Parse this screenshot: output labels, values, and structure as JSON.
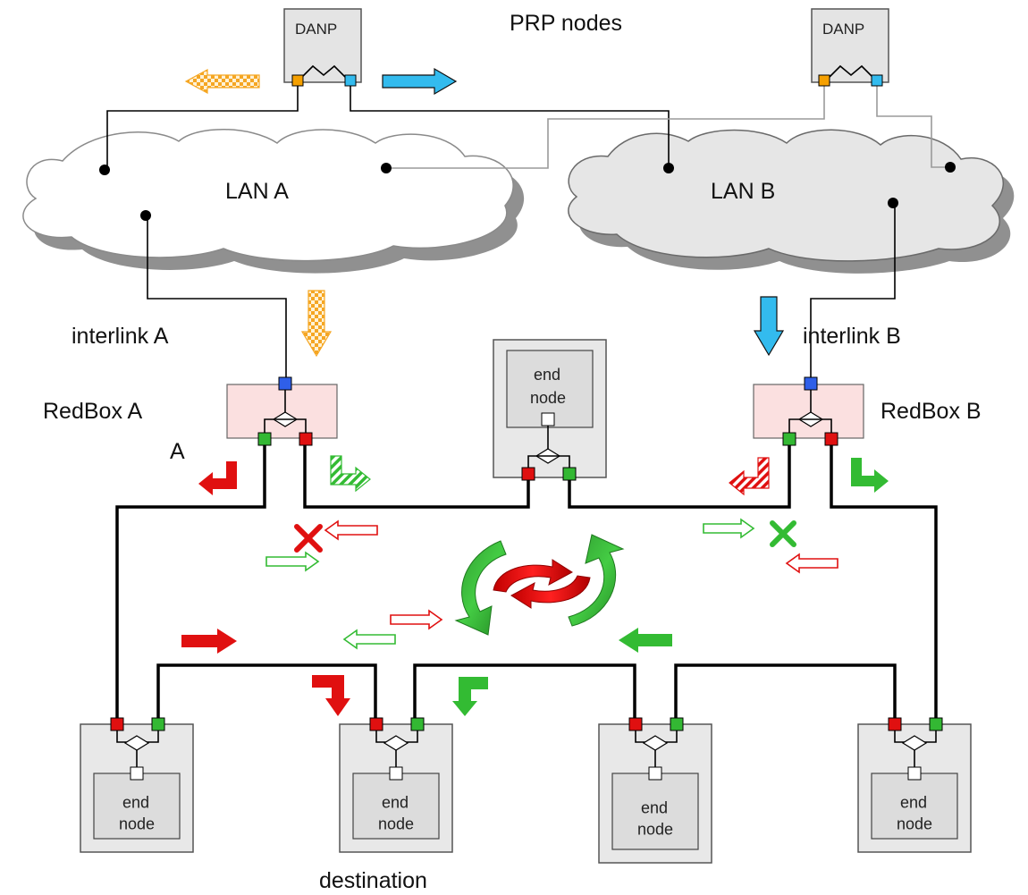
{
  "labels": {
    "prp_nodes": "PRP nodes",
    "danp": "DANP",
    "lan_a": "LAN A",
    "lan_b": "LAN B",
    "interlink_a": "interlink A",
    "interlink_b": "interlink B",
    "redbox_a": "RedBox A",
    "redbox_b": "RedBox B",
    "port_a": "A",
    "end_node_line1": "end",
    "end_node_line2": "node",
    "destination": "destination"
  },
  "colors": {
    "port_red": "#e01010",
    "port_green": "#33b833",
    "port_blue": "#2f5fe8",
    "port_orange": "#f5a000",
    "port_cyan": "#33bbee",
    "redbox_fill": "#fbe0e0",
    "node_fill": "#e8e8e8",
    "cloud_a_fill": "#ffffff",
    "cloud_b_fill": "#e8e8e8",
    "arrow_red": "#e01010",
    "arrow_green": "#33bb33",
    "arrow_orange": "#f5a623",
    "arrow_cyan": "#33bbee"
  }
}
